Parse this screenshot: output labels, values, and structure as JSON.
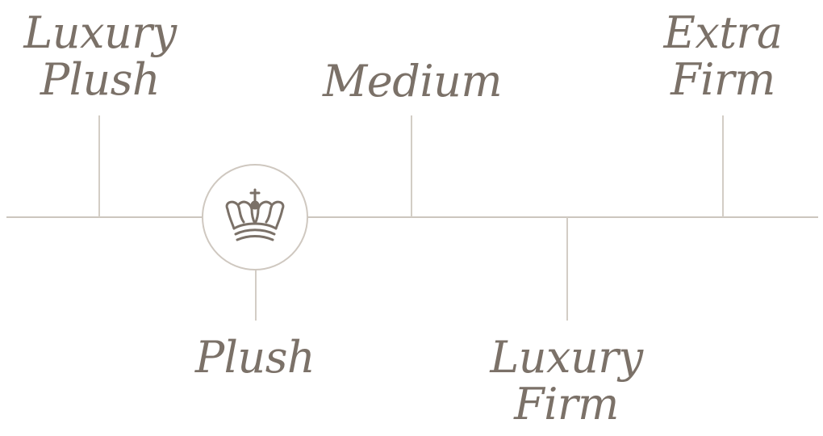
{
  "scale": {
    "positions": [
      {
        "id": "luxury-plush",
        "lines": [
          "Luxury",
          "Plush"
        ],
        "side": "top"
      },
      {
        "id": "plush",
        "lines": [
          "Plush"
        ],
        "side": "bottom"
      },
      {
        "id": "medium",
        "lines": [
          "Medium"
        ],
        "side": "top"
      },
      {
        "id": "luxury-firm",
        "lines": [
          "Luxury",
          "Firm"
        ],
        "side": "bottom"
      },
      {
        "id": "extra-firm",
        "lines": [
          "Extra",
          "Firm"
        ],
        "side": "top"
      }
    ],
    "selected_position": "plush",
    "marker_icon": "crown-icon"
  },
  "colors": {
    "text": "#7b7168",
    "line": "#ccc6be",
    "icon": "#7b7168"
  }
}
